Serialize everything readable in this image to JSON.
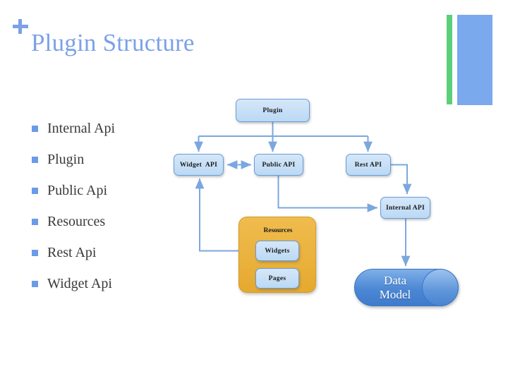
{
  "slide": {
    "title": "Plugin Structure",
    "plus_icon": "plus-icon",
    "background": "#ffffff"
  },
  "decoration": {
    "green_bar_color": "#5BD078",
    "blue_block_color": "#7AA9EE"
  },
  "bullets": {
    "marker_color": "#6A9BE8",
    "items": [
      {
        "label": "Internal Api"
      },
      {
        "label": "Plugin"
      },
      {
        "label": "Public Api"
      },
      {
        "label": "Resources"
      },
      {
        "label": "Rest Api"
      },
      {
        "label": "Widget Api"
      }
    ]
  },
  "diagram": {
    "node_fill": "#C7E0F6",
    "node_border": "#6B9BD9",
    "group_fill": "#EDB53F",
    "group_border": "#D59B25",
    "connector_color": "#7BA7DF",
    "datastore_fill": "#4C87D4",
    "nodes": {
      "plugin": "Plugin",
      "widget_api": "Widget  API",
      "public_api": "Public API",
      "rest_api": "Rest API",
      "internal_api": "Internal API",
      "resources_group": "Resources",
      "widgets": "Widgets",
      "pages": "Pages",
      "data_model_line1": "Data",
      "data_model_line2": "Model"
    },
    "connections": [
      {
        "from": "Plugin",
        "to": "Widget  API",
        "style": "arrow"
      },
      {
        "from": "Plugin",
        "to": "Public API",
        "style": "arrow"
      },
      {
        "from": "Plugin",
        "to": "Rest API",
        "style": "arrow"
      },
      {
        "from": "Widget  API",
        "to": "Public API",
        "style": "double-arrow"
      },
      {
        "from": "Public API",
        "to": "Internal API",
        "style": "arrow"
      },
      {
        "from": "Rest API",
        "to": "Internal API",
        "style": "arrow"
      },
      {
        "from": "Widgets",
        "to": "Widget  API",
        "style": "arrow"
      },
      {
        "from": "Internal API",
        "to": "Data Model",
        "style": "arrow"
      }
    ]
  }
}
